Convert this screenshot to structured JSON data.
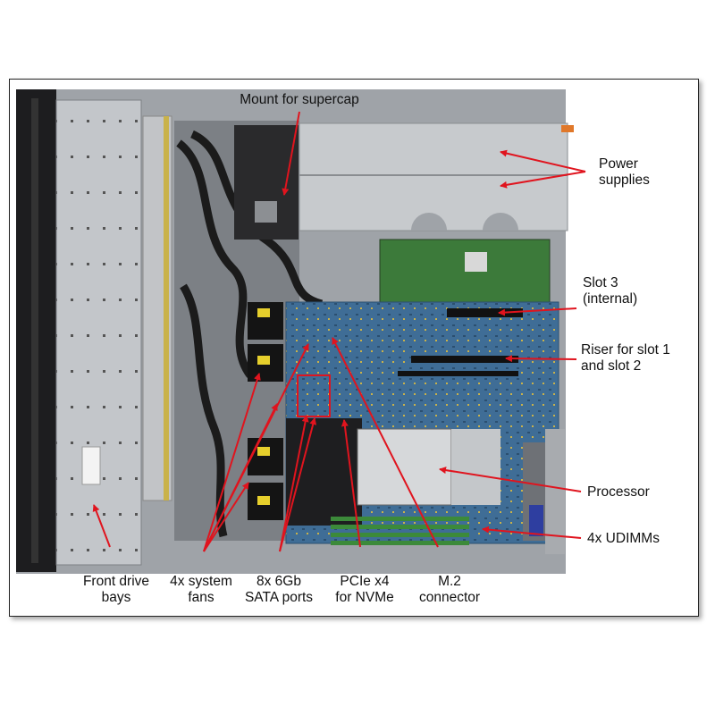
{
  "labels": {
    "mount_supercap": "Mount for supercap",
    "power_supplies": "Power\nsupplies",
    "slot3": "Slot 3\n(internal)",
    "riser": "Riser for slot 1\nand slot 2",
    "processor": "Processor",
    "udimms": "4x UDIMMs",
    "front_drive_bays": "Front drive\nbays",
    "system_fans": "4x system\nfans",
    "sata_ports": "8x 6Gb\nSATA ports",
    "pcie": "PCIe x4\nfor NVMe",
    "m2": "M.2\nconnector"
  },
  "colors": {
    "arrow": "#e0141e",
    "highlight_box": "#e0141e",
    "chassis_metal": "#b9bcc0",
    "motherboard": "#3f6d96",
    "riser_card": "#3c7a3a"
  }
}
